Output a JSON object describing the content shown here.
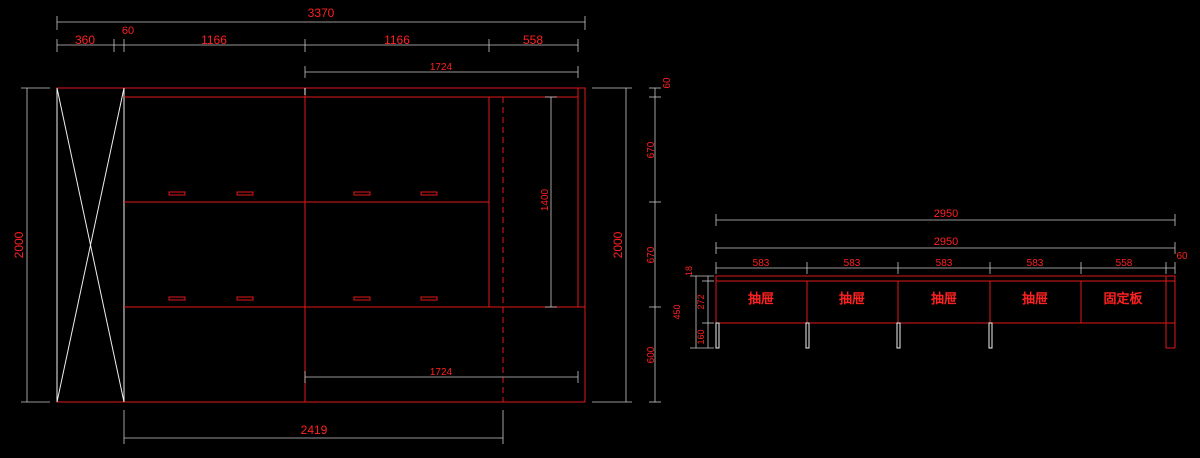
{
  "front_view": {
    "overall_width": "3370",
    "segments": [
      "360",
      "60",
      "1166",
      "1166",
      "558"
    ],
    "upper_span": "1724",
    "lower_span": "1724",
    "base_width": "2419",
    "left_height": "2000",
    "right_height": "2000",
    "inner_height": "1400",
    "right_segments": [
      "60",
      "670",
      "670",
      "600"
    ]
  },
  "side_view": {
    "overall_width_1": "2950",
    "overall_width_2": "2950",
    "segments": [
      "583",
      "583",
      "583",
      "583",
      "558",
      "60"
    ],
    "heights": [
      "18",
      "272",
      "450",
      "160"
    ],
    "drawer_labels": [
      "抽屉",
      "抽屉",
      "抽屉",
      "抽屉",
      "固定板"
    ]
  },
  "colors": {
    "line": "#e01818",
    "text": "#ff2020",
    "dim": "#c8c8c8",
    "background": "#000000"
  }
}
